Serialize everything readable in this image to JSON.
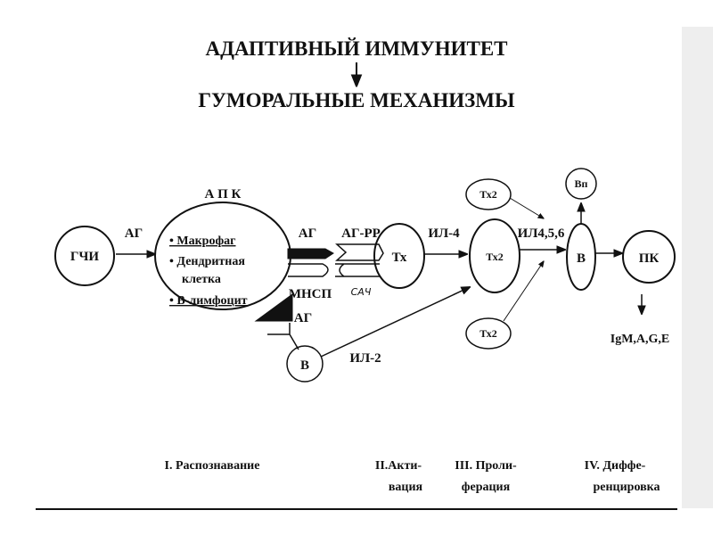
{
  "title": {
    "line1": "АДАПТИВНЫЙ ИММУНИТЕТ",
    "line2": "ГУМОРАЛЬНЫЕ МЕХАНИЗМЫ"
  },
  "nodes": {
    "gchi": "ГЧИ",
    "apk_label": "А П К",
    "tx": "Тх",
    "tx2": "Тх2",
    "tx2_top": "Тх2",
    "tx2_bottom": "Тх2",
    "b": "В",
    "bp": "Вп",
    "pk": "ПК",
    "b_lower": "В"
  },
  "apk_items": [
    "• Макрофаг",
    "• Дендритная",
    "клетка",
    "• В-лимфоцит"
  ],
  "labels": {
    "ag1": "АГ",
    "ag2": "АГ",
    "ag_rr": "АГ-РР",
    "mhc": "МНСП",
    "sach": "САЧ",
    "ag3": "АГ",
    "il4": "ИЛ-4",
    "il456": "ИЛ4,5,6",
    "il2": "ИЛ-2",
    "ig": "IgM,A,G,E"
  },
  "stages": [
    {
      "l1": "I. Распознавание"
    },
    {
      "l1": "II.Акти-",
      "l2": "вация"
    },
    {
      "l1": "III. Проли-",
      "l2": "ферация"
    },
    {
      "l1": "IV. Диффе-",
      "l2": "ренцировка"
    }
  ]
}
